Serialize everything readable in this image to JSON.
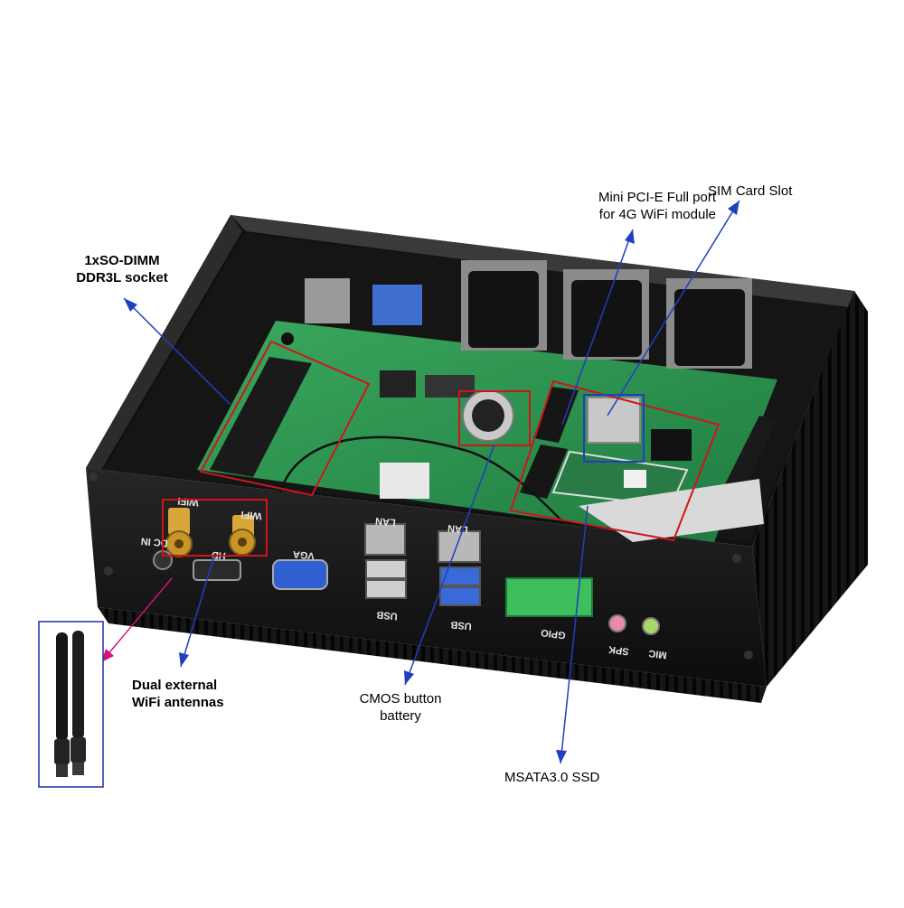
{
  "callouts": {
    "sodimm": "1xSO-DIMM\nDDR3L socket",
    "minipcie": "Mini PCI-E Full port\nfor 4G WiFi module",
    "simslot": "SIM Card Slot",
    "antennas": "Dual external\nWiFi antennas",
    "cmos": "CMOS button\nbattery",
    "msata": "MSATA3.0 SSD"
  },
  "port_labels": {
    "wifi_left": "WIFI",
    "wifi_right": "WIFI",
    "dc_in": "DC IN",
    "hd": "HD",
    "vga": "VGA",
    "lan_left": "LAN",
    "lan_right": "LAN",
    "usb_left": "USB",
    "usb_right": "USB",
    "gpio": "GPIO",
    "spk": "SPK",
    "mic": "MIC"
  },
  "colors": {
    "case": "#1a1a1a",
    "pcb": "#2e9a52",
    "highlight_box": "#d0141c",
    "pointer_blue": "#1f3fbf",
    "pointer_magenta": "#d0147a",
    "antenna_frame": "#1f2fa0"
  }
}
